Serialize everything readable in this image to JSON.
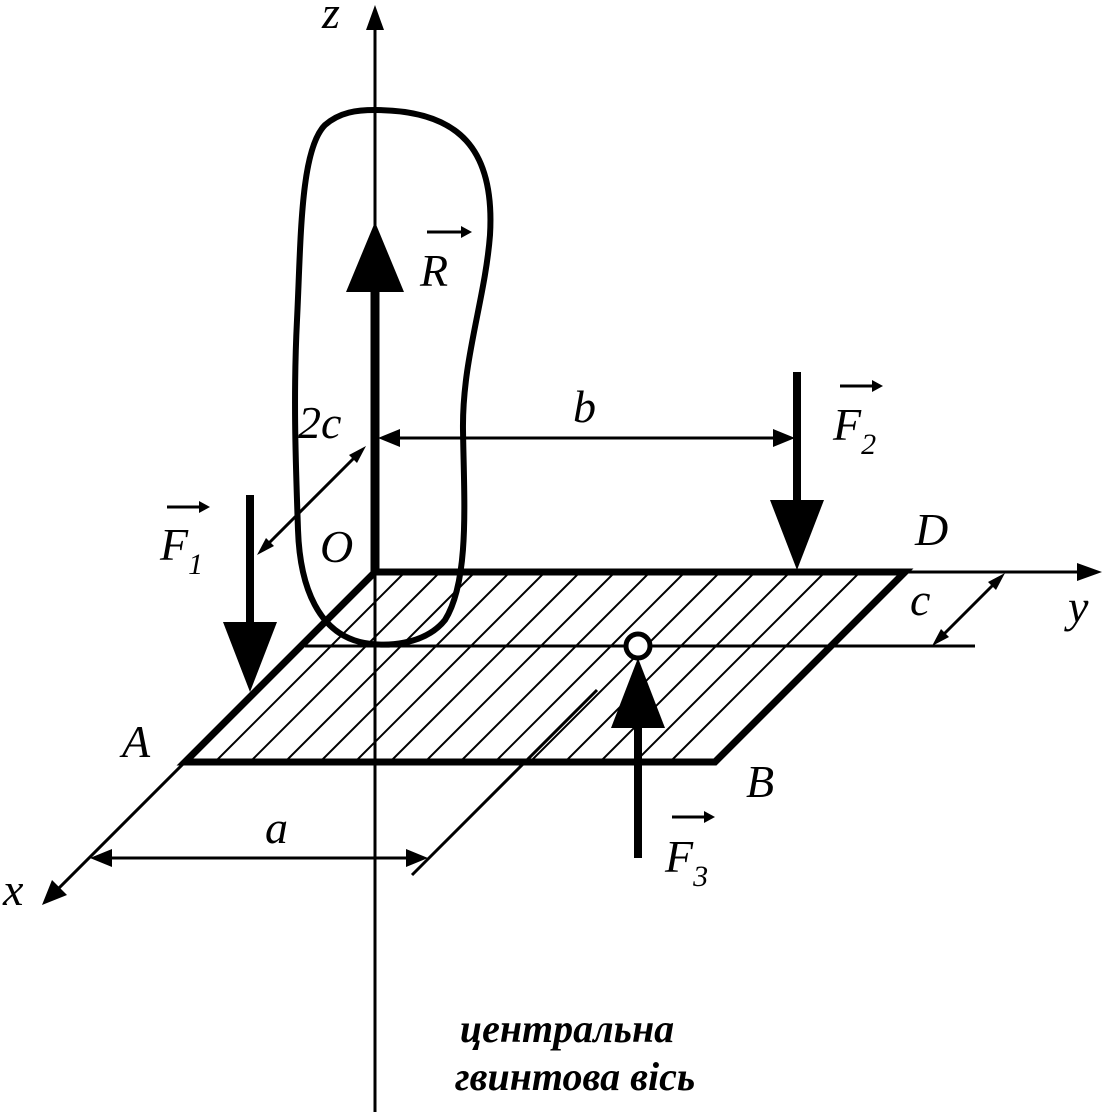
{
  "axes": {
    "z": "z",
    "y": "y",
    "x": "x",
    "origin": "O"
  },
  "points": {
    "A": "A",
    "B": "B",
    "D": "D"
  },
  "dimensions": {
    "a": "a",
    "b": "b",
    "c": "c",
    "two_c": "2c"
  },
  "vectors": {
    "R": {
      "letter": "R",
      "subscript": ""
    },
    "F1": {
      "letter": "F",
      "subscript": "1"
    },
    "F2": {
      "letter": "F",
      "subscript": "2"
    },
    "F3": {
      "letter": "F",
      "subscript": "3"
    }
  },
  "caption": {
    "line1": "центральна",
    "line2": "гвинтова вісь"
  }
}
